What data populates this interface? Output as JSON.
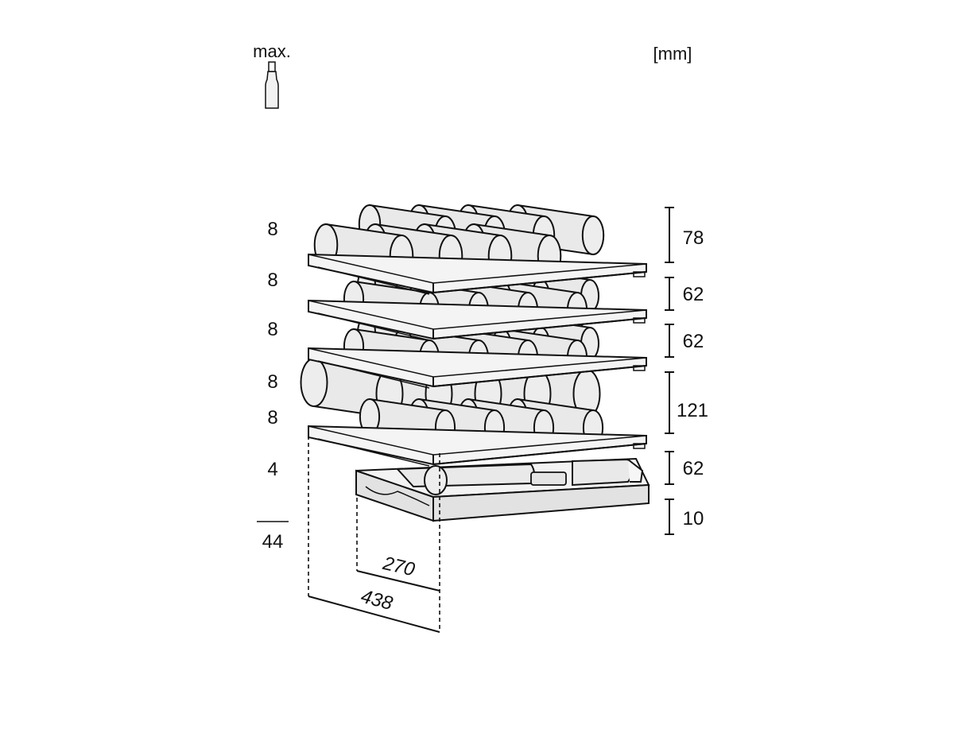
{
  "header": {
    "max_label": "max.",
    "unit_label": "[mm]"
  },
  "left_counts": [
    {
      "id": "shelf-1",
      "value": "8"
    },
    {
      "id": "shelf-2",
      "value": "8"
    },
    {
      "id": "shelf-3",
      "value": "8"
    },
    {
      "id": "shelf-4-upper",
      "value": "8"
    },
    {
      "id": "shelf-4-lower",
      "value": "8"
    },
    {
      "id": "drawer",
      "value": "4"
    }
  ],
  "total_count": "44",
  "right_heights": [
    {
      "id": "h1",
      "value": "78"
    },
    {
      "id": "h2",
      "value": "62"
    },
    {
      "id": "h3",
      "value": "62"
    },
    {
      "id": "h4",
      "value": "121"
    },
    {
      "id": "h5",
      "value": "62"
    },
    {
      "id": "h6",
      "value": "10"
    }
  ],
  "depths": {
    "drawer_depth": "270",
    "shelf_depth": "438"
  },
  "colors": {
    "line": "#111111",
    "bottle_fill": "#e9e9e9",
    "shelf_fill": "#f4f4f4",
    "background": "#ffffff"
  },
  "icons": {
    "bottle": "wine-bottle-icon"
  }
}
